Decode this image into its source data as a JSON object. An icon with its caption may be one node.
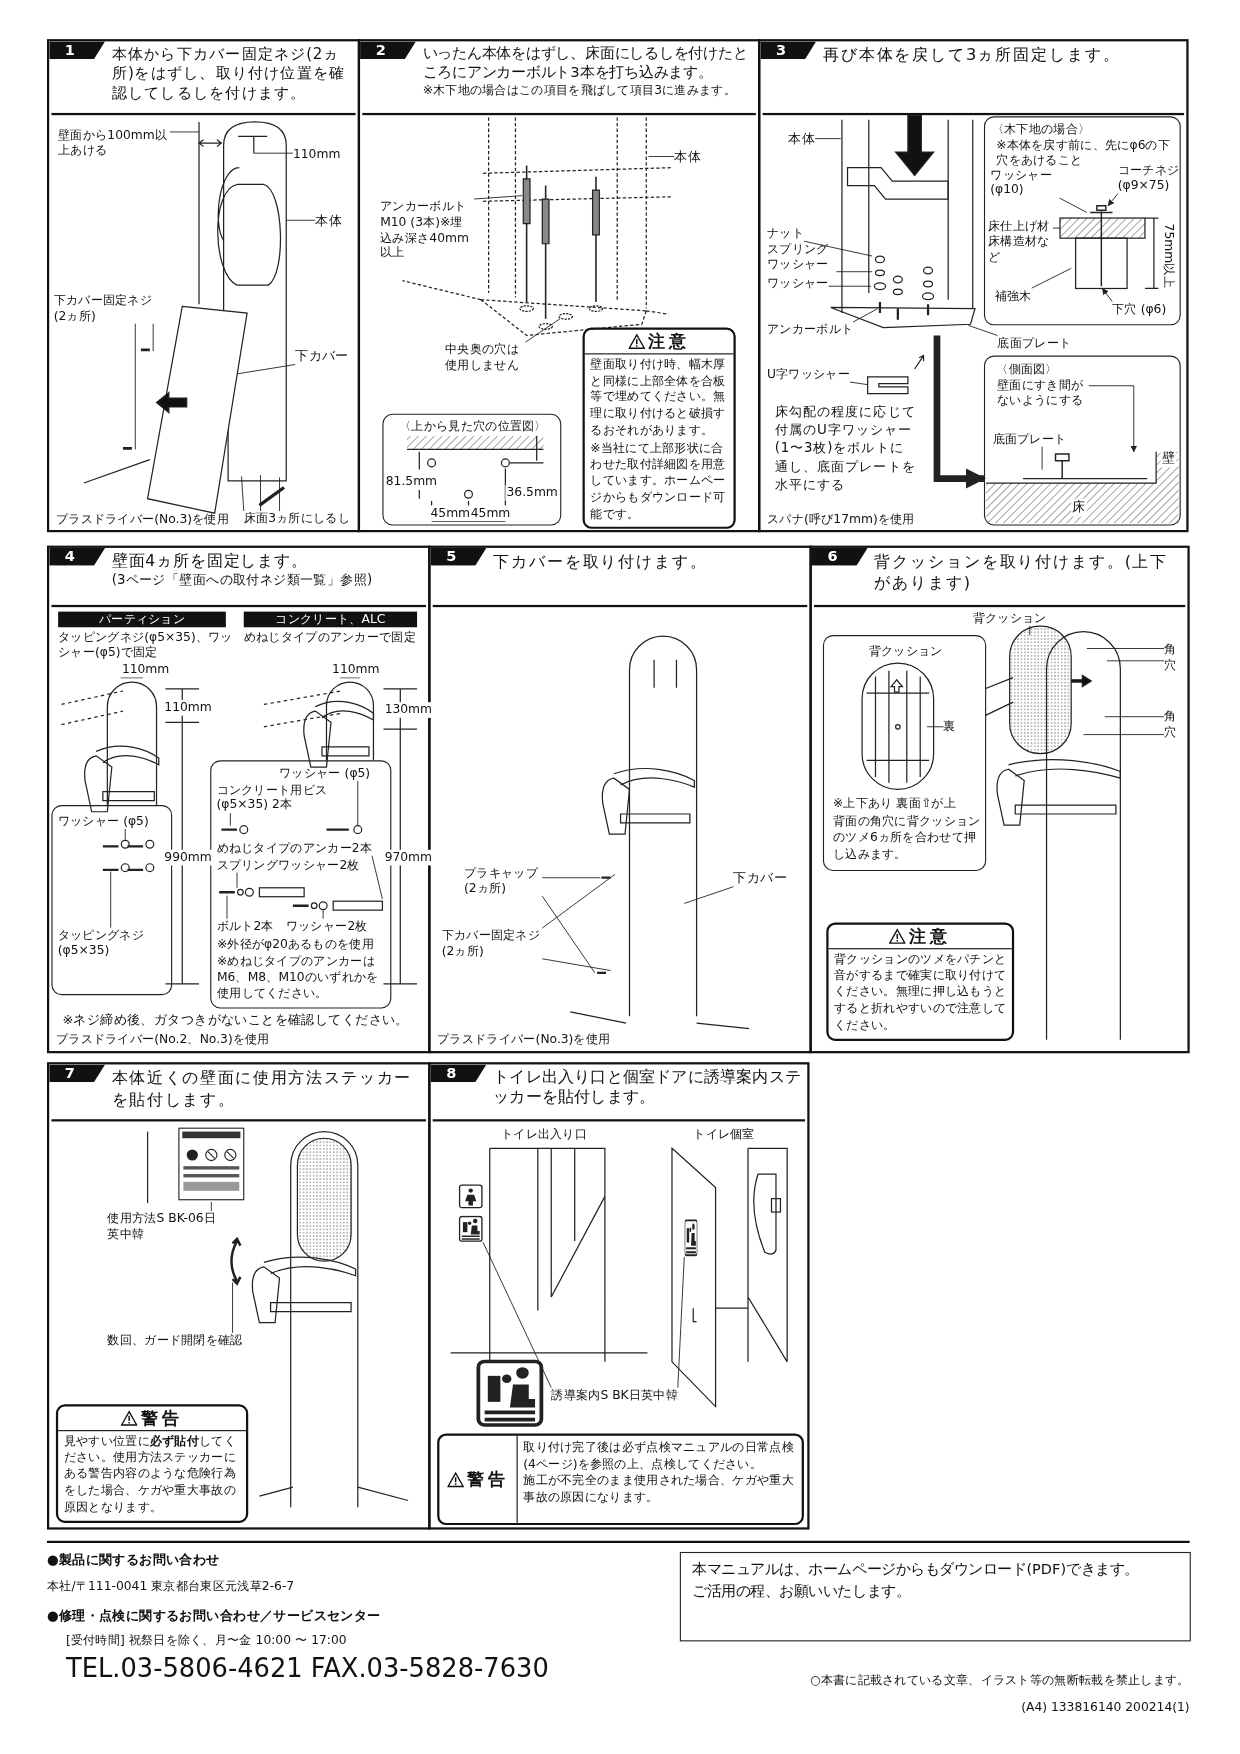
{
  "diagram": {
    "nodes": [
      {
        "text": [
          "1",
          "本体から下カバー固定ネジ(2ヵ所)をはずし、取り付け位置を確認してしるしを付けます。"
        ]
      },
      {
        "text": [
          "壁面から100mm以上あける"
        ],
        "in": 0
      },
      {
        "text": [
          "110mm"
        ],
        "in": 0
      },
      {
        "text": [
          "本体"
        ],
        "in": 0
      },
      {
        "text": [
          "下カバー固定ネジ(2ヵ所)"
        ],
        "in": 0
      },
      {
        "text": [
          "下カバー"
        ],
        "in": 0
      },
      {
        "text": [
          "床面3ヵ所にしるし"
        ],
        "in": 0
      },
      {
        "text": [
          "2",
          "いったん本体をはずし、床面にしるしを付けたところにアンカーボルト3本を打ち込みます。",
          "※木下地の場合はこの項目を飛ばして項目3に進みます。"
        ]
      },
      {
        "text": [
          "本体"
        ],
        "in": 7
      },
      {
        "text": [
          "アンカーボルトM10 (3本)※埋込み深さ40mm以上"
        ],
        "in": 7
      },
      {
        "text": [
          "中央奥の穴は使用しません"
        ],
        "in": 7
      },
      {
        "text": [
          "〈上から見た穴の位置図〉"
        ],
        "in": 7
      },
      {
        "text": [
          "注意",
          "壁面取り付け時、幅木厚と同様に上部全体を合板等で埋めてください。無理に取り付けると破損するおそれがあります。",
          "※当社にて上部形状に合わせた取付詳細図を用意しています。ホームページからもダウンロード可能です。"
        ],
        "in": 7
      },
      {
        "text": [
          "3",
          "再び本体を戻して3ヵ所固定します。"
        ]
      },
      {
        "text": [
          "本体"
        ],
        "in": 13
      },
      {
        "text": [
          "ナット"
        ],
        "in": 13
      },
      {
        "text": [
          "スプリングワッシャー"
        ],
        "in": 13
      },
      {
        "text": [
          "ワッシャー"
        ],
        "in": 13
      },
      {
        "text": [
          "アンカーボルト"
        ],
        "in": 13
      },
      {
        "text": [
          "U字ワッシャー"
        ],
        "in": 13
      },
      {
        "text": [
          "底面プレート"
        ],
        "in": 13
      },
      {
        "text": [
          "〈木下地の場合〉",
          "※本体を戻す前に、先にφ6の下穴をあけること"
        ],
        "in": 13
      },
      {
        "text": [
          "ワッシャー(φ10)"
        ],
        "in": 21
      },
      {
        "text": [
          "コーチネジ(φ9×75)"
        ],
        "in": 21
      },
      {
        "text": [
          "床仕上げ材床構造材など"
        ],
        "in": 21
      },
      {
        "text": [
          "補強木"
        ],
        "in": 21
      },
      {
        "text": [
          "下穴 (φ6)"
        ],
        "in": 21
      },
      {
        "text": [
          "〈側面図〉"
        ],
        "in": 13
      },
      {
        "text": [
          "壁面にすき間がないようにする"
        ],
        "in": 27
      },
      {
        "text": [
          "底面プレート"
        ],
        "in": 27
      },
      {
        "text": [
          "4",
          "壁面4ヵ所を固定します。",
          "(3ページ「壁面への取付ネジ類一覧」参照)"
        ]
      },
      {
        "text": [
          "パーティション"
        ],
        "beside": [
          "タッピングネジ(φ5×35)、ワッシャー(φ5)で固定"
        ],
        "in": 30
      },
      {
        "text": [
          "コンクリート、ALC"
        ],
        "beside": [
          "めねじタイプのアンカーで固定"
        ],
        "in": 30
      },
      {
        "text": [],
        "shape": "box",
        "in": 30
      },
      {
        "text": [
          "ワッシャー (φ5)"
        ],
        "in": 33
      },
      {
        "text": [
          "タッピングネジ(φ5×35)"
        ],
        "in": 33
      },
      {
        "text": [],
        "shape": "box",
        "in": 30
      },
      {
        "text": [
          "ワッシャー (φ5)"
        ],
        "in": 36
      },
      {
        "text": [
          "コンクリート用ビス(φ5×35) 2本"
        ],
        "in": 36
      },
      {
        "text": [
          "めねじタイプのアンカー2本"
        ],
        "in": 36
      },
      {
        "text": [
          "スプリングワッシャー2枚"
        ],
        "in": 36
      },
      {
        "text": [
          "ボルト2本"
        ],
        "in": 36
      },
      {
        "text": [
          "ワッシャー2枚"
        ],
        "in": 36
      },
      {
        "text": [
          "5",
          "下カバーを取り付けます。"
        ]
      },
      {
        "text": [
          "プラキャップ(2ヵ所)"
        ],
        "in": 43
      },
      {
        "text": [
          "下カバー固定ネジ(2ヵ所)"
        ],
        "in": 43
      },
      {
        "text": [
          "下カバー"
        ],
        "in": 43
      },
      {
        "text": [
          "6",
          "背クッションを取り付けます。(上下があります)"
        ]
      },
      {
        "text": [
          "背クッション"
        ],
        "in": 47
      },
      {
        "text": [
          "角穴"
        ],
        "in": 47
      },
      {
        "text": [
          "角穴"
        ],
        "in": 47
      },
      {
        "text": [
          "背クッション",
          "※上下あり 裏面⇧が上",
          "背面の角穴に背クッションのツメ6ヵ所を合わせて押し込みます。"
        ],
        "in": 47
      },
      {
        "text": [
          "裏"
        ],
        "in": 51
      },
      {
        "text": [
          "注意",
          "背クッションのツメをパチンと音がするまで確実に取り付けてください。無理に押し込もうとすると折れやすいので注意してください。"
        ],
        "in": 47
      },
      {
        "text": [
          "7",
          "本体近くの壁面に使用方法ステッカーを貼付します。"
        ]
      },
      {
        "text": [],
        "shape": "picture",
        "in": 54
      },
      {
        "text": [
          "使用方法S BK-06日英中韓"
        ],
        "in": 54
      },
      {
        "text": [
          "数回、ガード開閉を確認"
        ],
        "in": 54
      },
      {
        "text": [
          "警告",
          "見やすい位置に**必ず貼付**してください。使用方法ステッカーにある警告内容のような危険行為をした場合、ケガや重大事故の原因となります。"
        ],
        "in": 54
      },
      {
        "text": [
          "8",
          "トイレ出入り口と個室ドアに誘導案内ステッカーを貼付します。"
        ]
      },
      {
        "text": [],
        "shape": "picture",
        "in": 59
      },
      {
        "text": [],
        "shape": "picture",
        "in": 59
      },
      {
        "text": [],
        "shape": "picture",
        "in": 59
      },
      {
        "text": [],
        "shape": "picture",
        "in": 59
      },
      {
        "text": [
          "誘導案内S BK日英中韓"
        ],
        "in": 59
      },
      {
        "text": [
          "警告",
          "取り付け完了後は必ず点検マニュアルの日常点検(4ページ)を参照の上、点検してください。",
          "施工が不完全のまま使用された場合、ケガや重大事故の原因になります。"
        ],
        "in": 59
      },
      {
        "text": [
          "本マニュアルは、ホームページからもダウンロード(PDF)できます。",
          "ご活用の程、お願いいたします。"
        ]
      },
      {
        "text": [],
        "shape": "circle",
        "in": 69
      },
      {
        "text": [],
        "shape": "picture",
        "in": 0
      },
      {
        "text": [],
        "shape": "picture",
        "in": 7
      },
      {
        "text": [],
        "shape": "picture",
        "in": 13
      },
      {
        "text": [],
        "beside": [
          "75mm以上"
        ],
        "shape": "picture",
        "in": 21
      },
      {
        "text": [],
        "shape": "picture",
        "in": 27
      },
      {
        "text": [],
        "shape": "picture",
        "in": 33
      },
      {
        "text": [],
        "shape": "picture",
        "in": 36
      },
      {
        "text": [],
        "shape": "picture",
        "in": 43
      },
      {
        "text": [],
        "shape": "picture",
        "in": 47
      },
      {
        "text": [],
        "shape": "picture",
        "in": 51
      },
      {
        "text": [],
        "shape": "picture",
        "in": 54
      },
      {
        "text": [],
        "shape": "picture",
        "in": 36
      }
    ],
    "edges": [
      {
        "from": 1,
        "to": 68,
        "arrow": "none"
      },
      {
        "from": 2,
        "to": 68,
        "arrow": "none"
      },
      {
        "from": 3,
        "to": 68,
        "arrow": "none"
      },
      {
        "from": 4,
        "to": 68,
        "arrow": "none"
      },
      {
        "from": 4,
        "to": 68,
        "arrow": "none"
      },
      {
        "from": 5,
        "to": 68,
        "arrow": "none"
      },
      {
        "from": 6,
        "to": 68,
        "arrow": "none"
      },
      {
        "from": 6,
        "to": 68,
        "arrow": "none"
      },
      {
        "from": 6,
        "to": 68,
        "arrow": "none"
      },
      {
        "from": 8,
        "to": 69,
        "arrow": "none"
      },
      {
        "from": 9,
        "to": 69,
        "arrow": "none"
      },
      {
        "from": 10,
        "to": 67,
        "arrow": "none"
      },
      {
        "from": 14,
        "to": 70,
        "arrow": "none"
      },
      {
        "from": 15,
        "to": 70,
        "arrow": "none"
      },
      {
        "from": 16,
        "to": 70,
        "arrow": "none"
      },
      {
        "from": 17,
        "to": 70,
        "arrow": "none"
      },
      {
        "from": 18,
        "to": 70,
        "arrow": "none"
      },
      {
        "from": 19,
        "to": 70,
        "arrow": "none"
      },
      {
        "from": 20,
        "to": 70,
        "arrow": "none"
      },
      {
        "from": 22,
        "to": 71,
        "arrow": "none"
      },
      {
        "from": 23,
        "to": 71,
        "arrow": "to"
      },
      {
        "from": 24,
        "to": 71,
        "arrow": "none"
      },
      {
        "from": 25,
        "to": 71,
        "arrow": "none"
      },
      {
        "from": 26,
        "to": 71,
        "arrow": "to"
      },
      {
        "from": 28,
        "to": 72,
        "arrow": "to"
      },
      {
        "from": 29,
        "to": 72,
        "arrow": "none"
      },
      {
        "from": 70,
        "to": 27,
        "arrow": "to",
        "style": "thick"
      },
      {
        "from": 34,
        "to": 73,
        "arrow": "none"
      },
      {
        "from": 35,
        "to": 73,
        "arrow": "none"
      },
      {
        "from": 37,
        "to": 74,
        "arrow": "none"
      },
      {
        "from": 38,
        "to": 74,
        "arrow": "none"
      },
      {
        "from": 39,
        "to": 79,
        "arrow": "none"
      },
      {
        "from": 40,
        "to": 79,
        "arrow": "none"
      },
      {
        "from": 41,
        "to": 79,
        "arrow": "none"
      },
      {
        "from": 42,
        "to": 79,
        "arrow": "none"
      },
      {
        "from": 44,
        "to": 75,
        "arrow": "none"
      },
      {
        "from": 44,
        "to": 75,
        "arrow": "none"
      },
      {
        "from": 45,
        "to": 75,
        "arrow": "none"
      },
      {
        "from": 45,
        "to": 75,
        "arrow": "none"
      },
      {
        "from": 46,
        "to": 75,
        "arrow": "none"
      },
      {
        "from": 48,
        "to": 76,
        "arrow": "none"
      },
      {
        "from": 49,
        "to": 76,
        "arrow": "none"
      },
      {
        "from": 49,
        "to": 76,
        "arrow": "none"
      },
      {
        "from": 50,
        "to": 76,
        "arrow": "none"
      },
      {
        "from": 50,
        "to": 76,
        "arrow": "none"
      },
      {
        "from": 52,
        "to": 77,
        "arrow": "none"
      },
      {
        "from": 56,
        "to": 55,
        "arrow": "none"
      },
      {
        "from": 57,
        "to": 78,
        "arrow": "none"
      },
      {
        "from": 64,
        "to": 61,
        "arrow": "none"
      },
      {
        "from": 64,
        "to": 62,
        "arrow": "none"
      }
    ],
    "labels": [
      "プラスドライバー(No.3)を使用",
      "81.5mm",
      "45mm",
      "45mm",
      "36.5mm",
      "壁",
      "床",
      "床勾配の程度に応じて付属のU字ワッシャー(1〜3枚)をボルトに通し、底面プレートを水平にする",
      "スパナ(呼び17mm)を使用",
      "110mm",
      "110mm",
      "990mm",
      "110mm",
      "130mm",
      "970mm",
      "※外径がφ20あるものを使用",
      "※めねじタイプのアンカーはM6、M8、M10のいずれかを使用してください。",
      "※ネジ締め後、ガタつきがないことを確認してください。",
      "プラスドライバー(No.2、No.3)を使用",
      "プラスドライバー(No.3)を使用",
      "トイレ出入り口",
      "トイレ個室",
      "●製品に関するお問い合わせ",
      "本社/〒111-0041 東京都台東区元浅草2-6-7",
      "●修理・点検に関するお問い合わせ／サービスセンター",
      "[受付時間] 祝祭日を除く、月〜金 10:00 〜 17:00",
      "TEL.03-5806-4621 FAX.03-5828-7630",
      "○本書に記載されている文章、イラスト等の無断転載を禁止します。",
      "(A4) 133816140 200214(1)"
    ]
  }
}
